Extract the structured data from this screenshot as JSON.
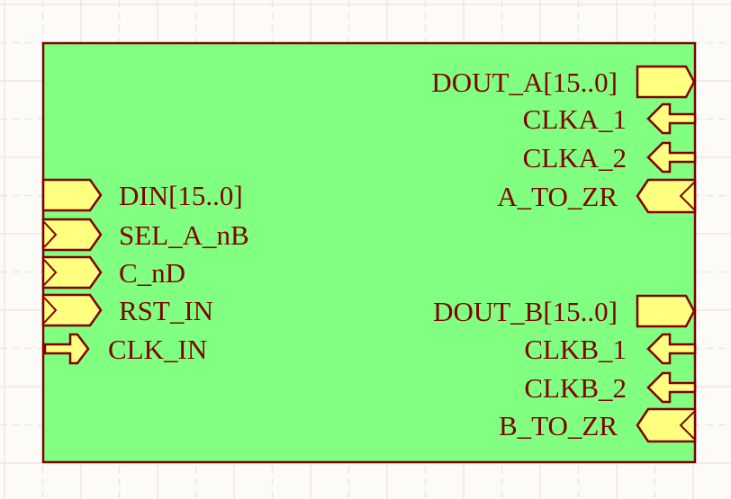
{
  "component": {
    "body_color": "#80ff80",
    "border_color": "#800000",
    "port_color": "#ffff80",
    "left_pins": [
      {
        "label": "DIN[15..0]",
        "type": "output-port"
      },
      {
        "label": "SEL_A_nB",
        "type": "input-port"
      },
      {
        "label": "C_nD",
        "type": "input-port"
      },
      {
        "label": "RST_IN",
        "type": "input-port"
      },
      {
        "label": "CLK_IN",
        "type": "arrow-in"
      }
    ],
    "right_pins": [
      {
        "label": "DOUT_A[15..0]",
        "type": "output-port"
      },
      {
        "label": "CLKA_1",
        "type": "arrow-in"
      },
      {
        "label": "CLKA_2",
        "type": "arrow-in"
      },
      {
        "label": "A_TO_ZR",
        "type": "input-port"
      },
      {
        "label": "DOUT_B[15..0]",
        "type": "output-port"
      },
      {
        "label": "CLKB_1",
        "type": "arrow-in"
      },
      {
        "label": "CLKB_2",
        "type": "arrow-in"
      },
      {
        "label": "B_TO_ZR",
        "type": "input-port"
      }
    ]
  }
}
